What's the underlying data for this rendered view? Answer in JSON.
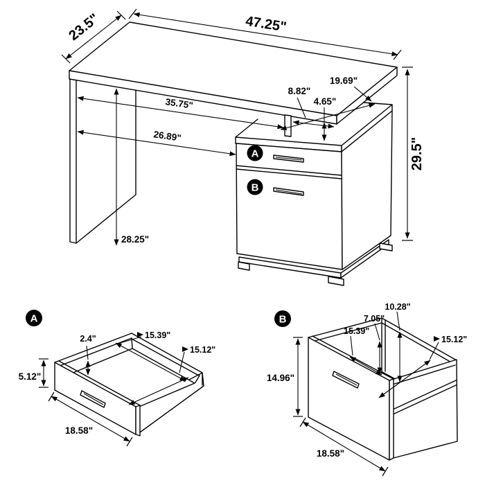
{
  "colors": {
    "background": "#ffffff",
    "line": "#000000",
    "badge_fill": "#000000",
    "badge_text": "#ffffff"
  },
  "main_view": {
    "badge_a": "A",
    "badge_b": "B",
    "dim_top_width": "47.25\"",
    "dim_top_depth": "23.5\"",
    "dim_overall_height": "29.5\"",
    "dim_clearance_width_back": "35.75\"",
    "dim_clearance_width_front": "26.89\"",
    "dim_clearance_height": "28.25\"",
    "dim_cabinet_top_depth": "19.69\"",
    "dim_gap_width": "8.82\"",
    "dim_gap_height": "4.65\""
  },
  "drawer_a_view": {
    "badge": "A",
    "dim_front_height": "5.12\"",
    "dim_front_width": "18.58\"",
    "dim_interior_height": "2.4\"",
    "dim_interior_width": "15.39\"",
    "dim_interior_depth": "15.12\""
  },
  "drawer_b_view": {
    "badge": "B",
    "dim_front_height": "14.96\"",
    "dim_front_width": "18.58\"",
    "dim_back_panel_height": "10.28\"",
    "dim_side_panel_height": "7.05\"",
    "dim_interior_width": "15.39\"",
    "dim_interior_depth": "15.12\""
  }
}
